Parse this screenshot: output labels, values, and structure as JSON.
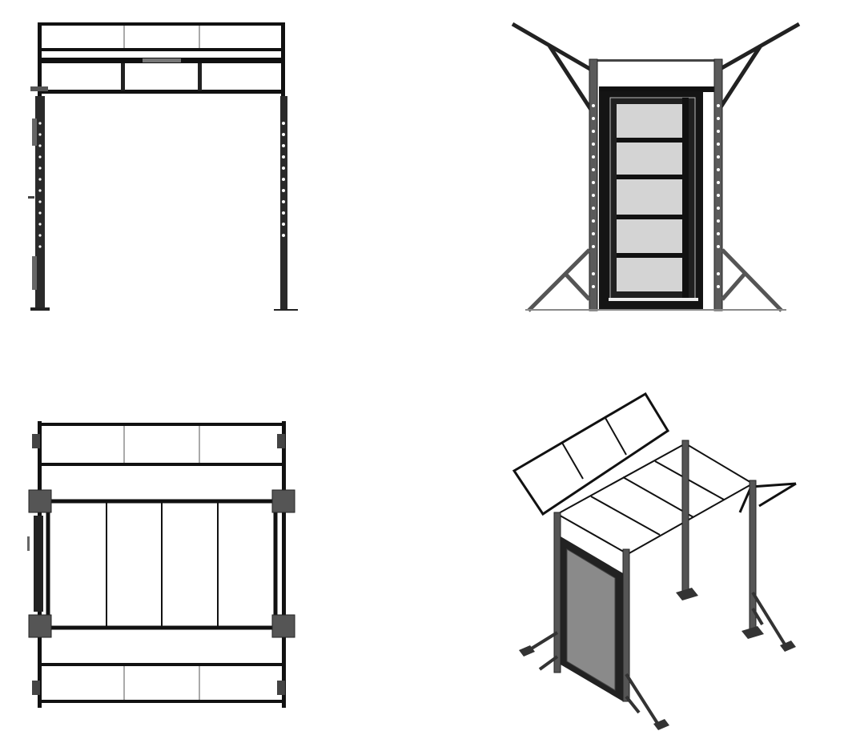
{
  "views": [
    {
      "name": "front-elevation"
    },
    {
      "name": "side-elevation"
    },
    {
      "name": "top-plan"
    },
    {
      "name": "isometric"
    }
  ],
  "colors": {
    "steel_black": "#111111",
    "steel_gray": "#5a5a5a",
    "panel_light": "#d4d4d4",
    "mesh": "#8a8a8a",
    "background": "#ffffff"
  }
}
